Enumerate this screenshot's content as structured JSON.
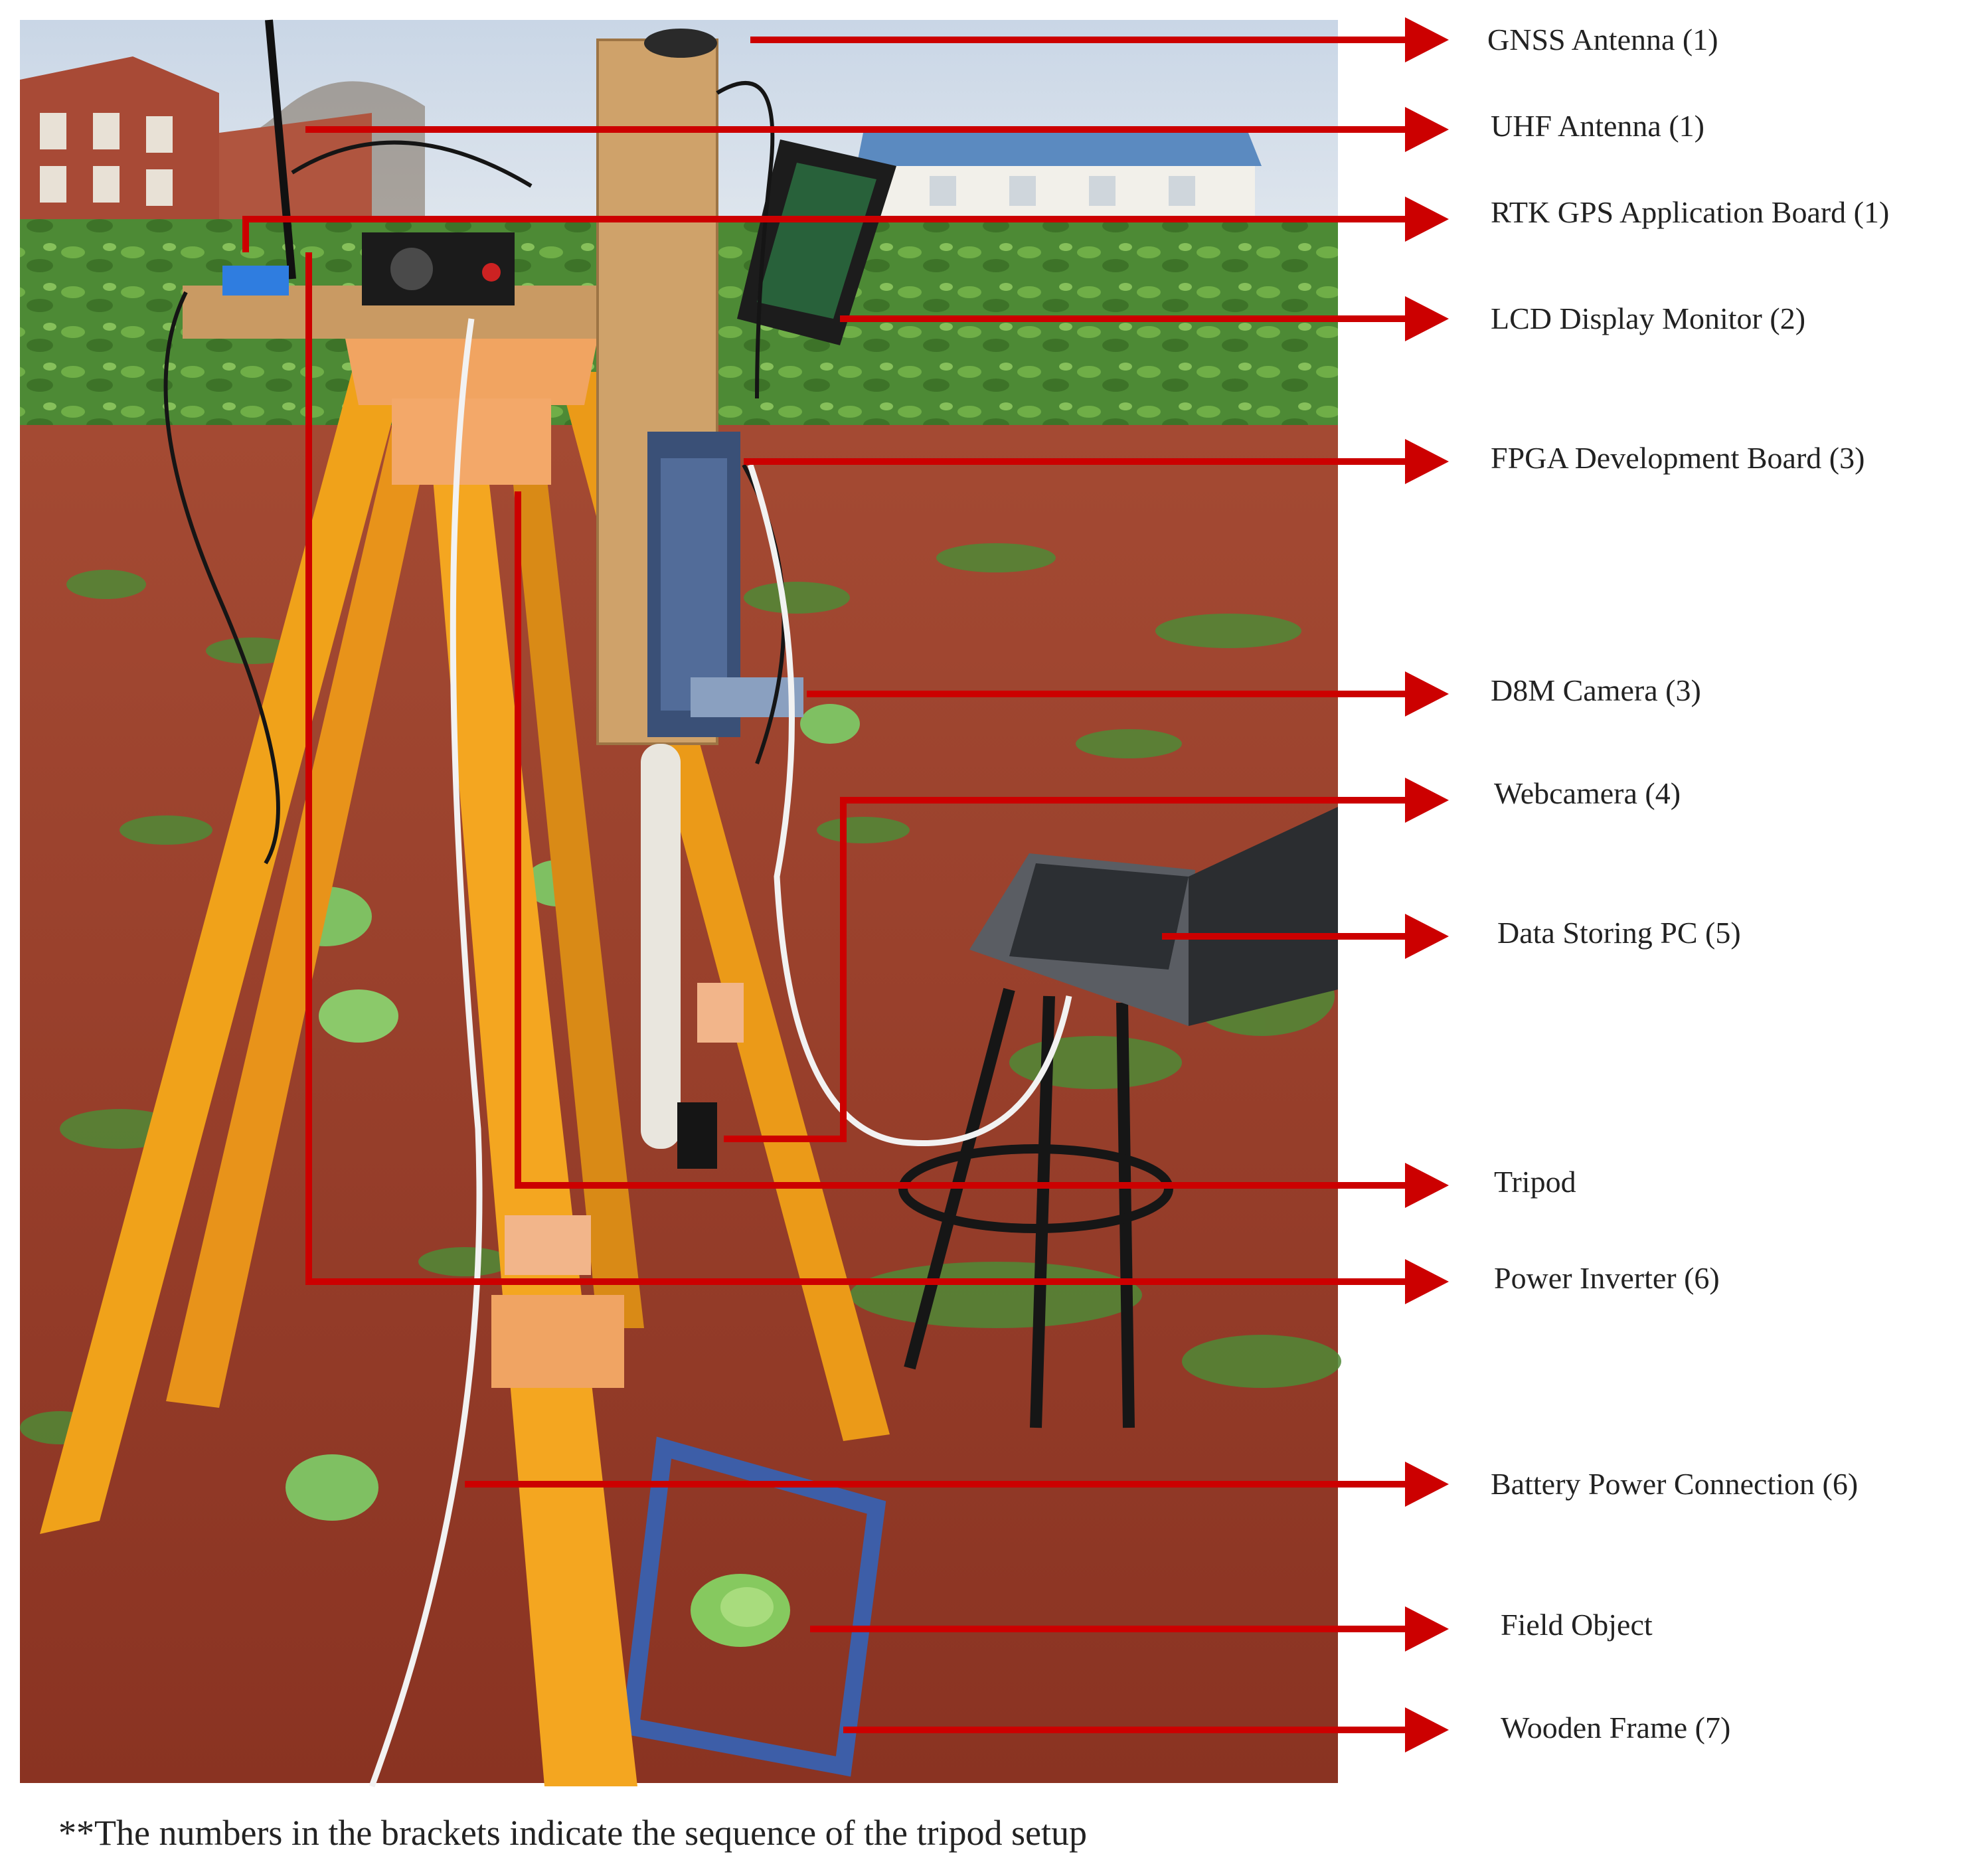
{
  "labels": [
    "GNSS Antenna (1)",
    "UHF Antenna (1)",
    "RTK GPS Application Board (1)",
    "LCD Display Monitor (2)",
    "FPGA Development Board (3)",
    "D8M Camera (3)",
    "Webcamera (4)",
    "Data Storing PC (5)",
    "Tripod",
    "Power Inverter (6)",
    "Battery Power Connection (6)",
    "Field Object",
    "Wooden Frame (7)"
  ],
  "footnote": "**The numbers in the brackets indicate the sequence of the tripod setup",
  "colors": {
    "arrow": "#cc0000",
    "text": "#222222",
    "soil": "#9a3b2a",
    "tripod_leg": "#f0a21a",
    "grass": "#4f8a36",
    "sky": "#cfd9e4",
    "wood": "#c99a63"
  }
}
